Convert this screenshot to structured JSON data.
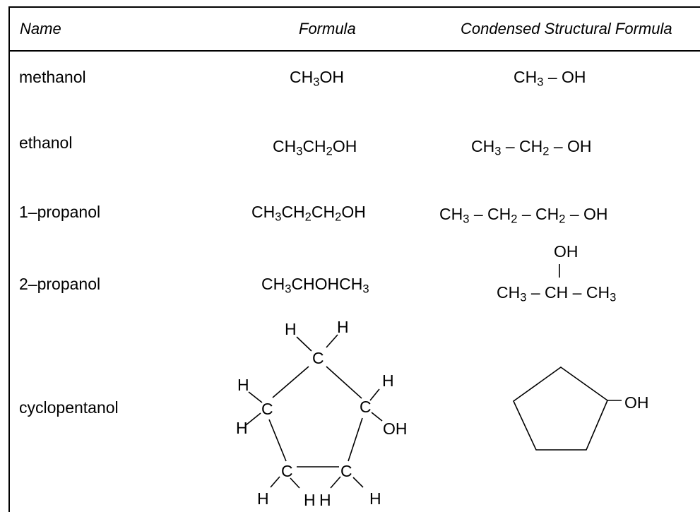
{
  "table": {
    "headers": {
      "name": "Name",
      "formula": "Formula",
      "condensed": "Condensed Structural Formula"
    },
    "rows": [
      {
        "name": "methanol",
        "formula": [
          "CH",
          "3",
          "OH"
        ],
        "condensed": [
          "CH",
          "3",
          " – ",
          "OH"
        ]
      },
      {
        "name": "ethanol",
        "formula": [
          "CH",
          "3",
          "CH",
          "2",
          "OH"
        ],
        "condensed": [
          "CH",
          "3",
          " – ",
          "CH",
          "2",
          " – ",
          "OH"
        ]
      },
      {
        "name": "1–propanol",
        "formula": [
          "CH",
          "3",
          "CH",
          "2",
          "CH",
          "2",
          "OH"
        ],
        "condensed": [
          "CH",
          "3",
          " – ",
          "CH",
          "2",
          " – ",
          "CH",
          "2",
          " – ",
          "OH"
        ]
      },
      {
        "name": "2–propanol",
        "formula": [
          "CH",
          "3",
          "CHOHCH",
          "3"
        ],
        "condensed_branch": "OH",
        "condensed": [
          "CH",
          "3",
          " – ",
          "CH",
          " – ",
          "CH",
          "3"
        ]
      },
      {
        "name": "cyclopentanol",
        "structure_atoms": {
          "carbon": "C",
          "hydrogen": "H",
          "hydroxyl": "OH"
        },
        "skeletal_substituent": "OH"
      }
    ]
  }
}
